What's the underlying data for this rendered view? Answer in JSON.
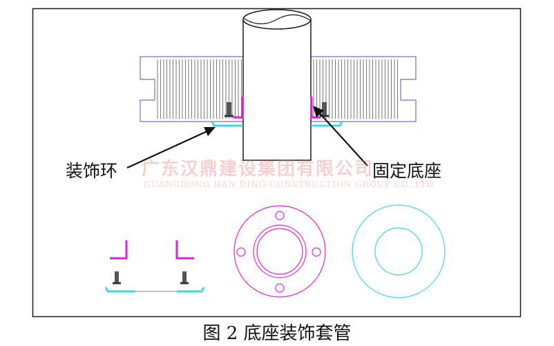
{
  "labels": {
    "decorative_ring": "装饰环",
    "fixed_base": "固定底座"
  },
  "watermark": {
    "cn": "广东汉鼎建设集团有限公司",
    "en": "GUANGDONG HAN DING CONSTRUCTION GROUP CO.,LTD"
  },
  "caption": "图 2 底座装饰套管",
  "colors": {
    "outline": "#1a1a1a",
    "ceiling_edge": "#7b6cc4",
    "base": "#e21ddb",
    "ring": "#3fd6e0",
    "watermark": "#e27878"
  }
}
